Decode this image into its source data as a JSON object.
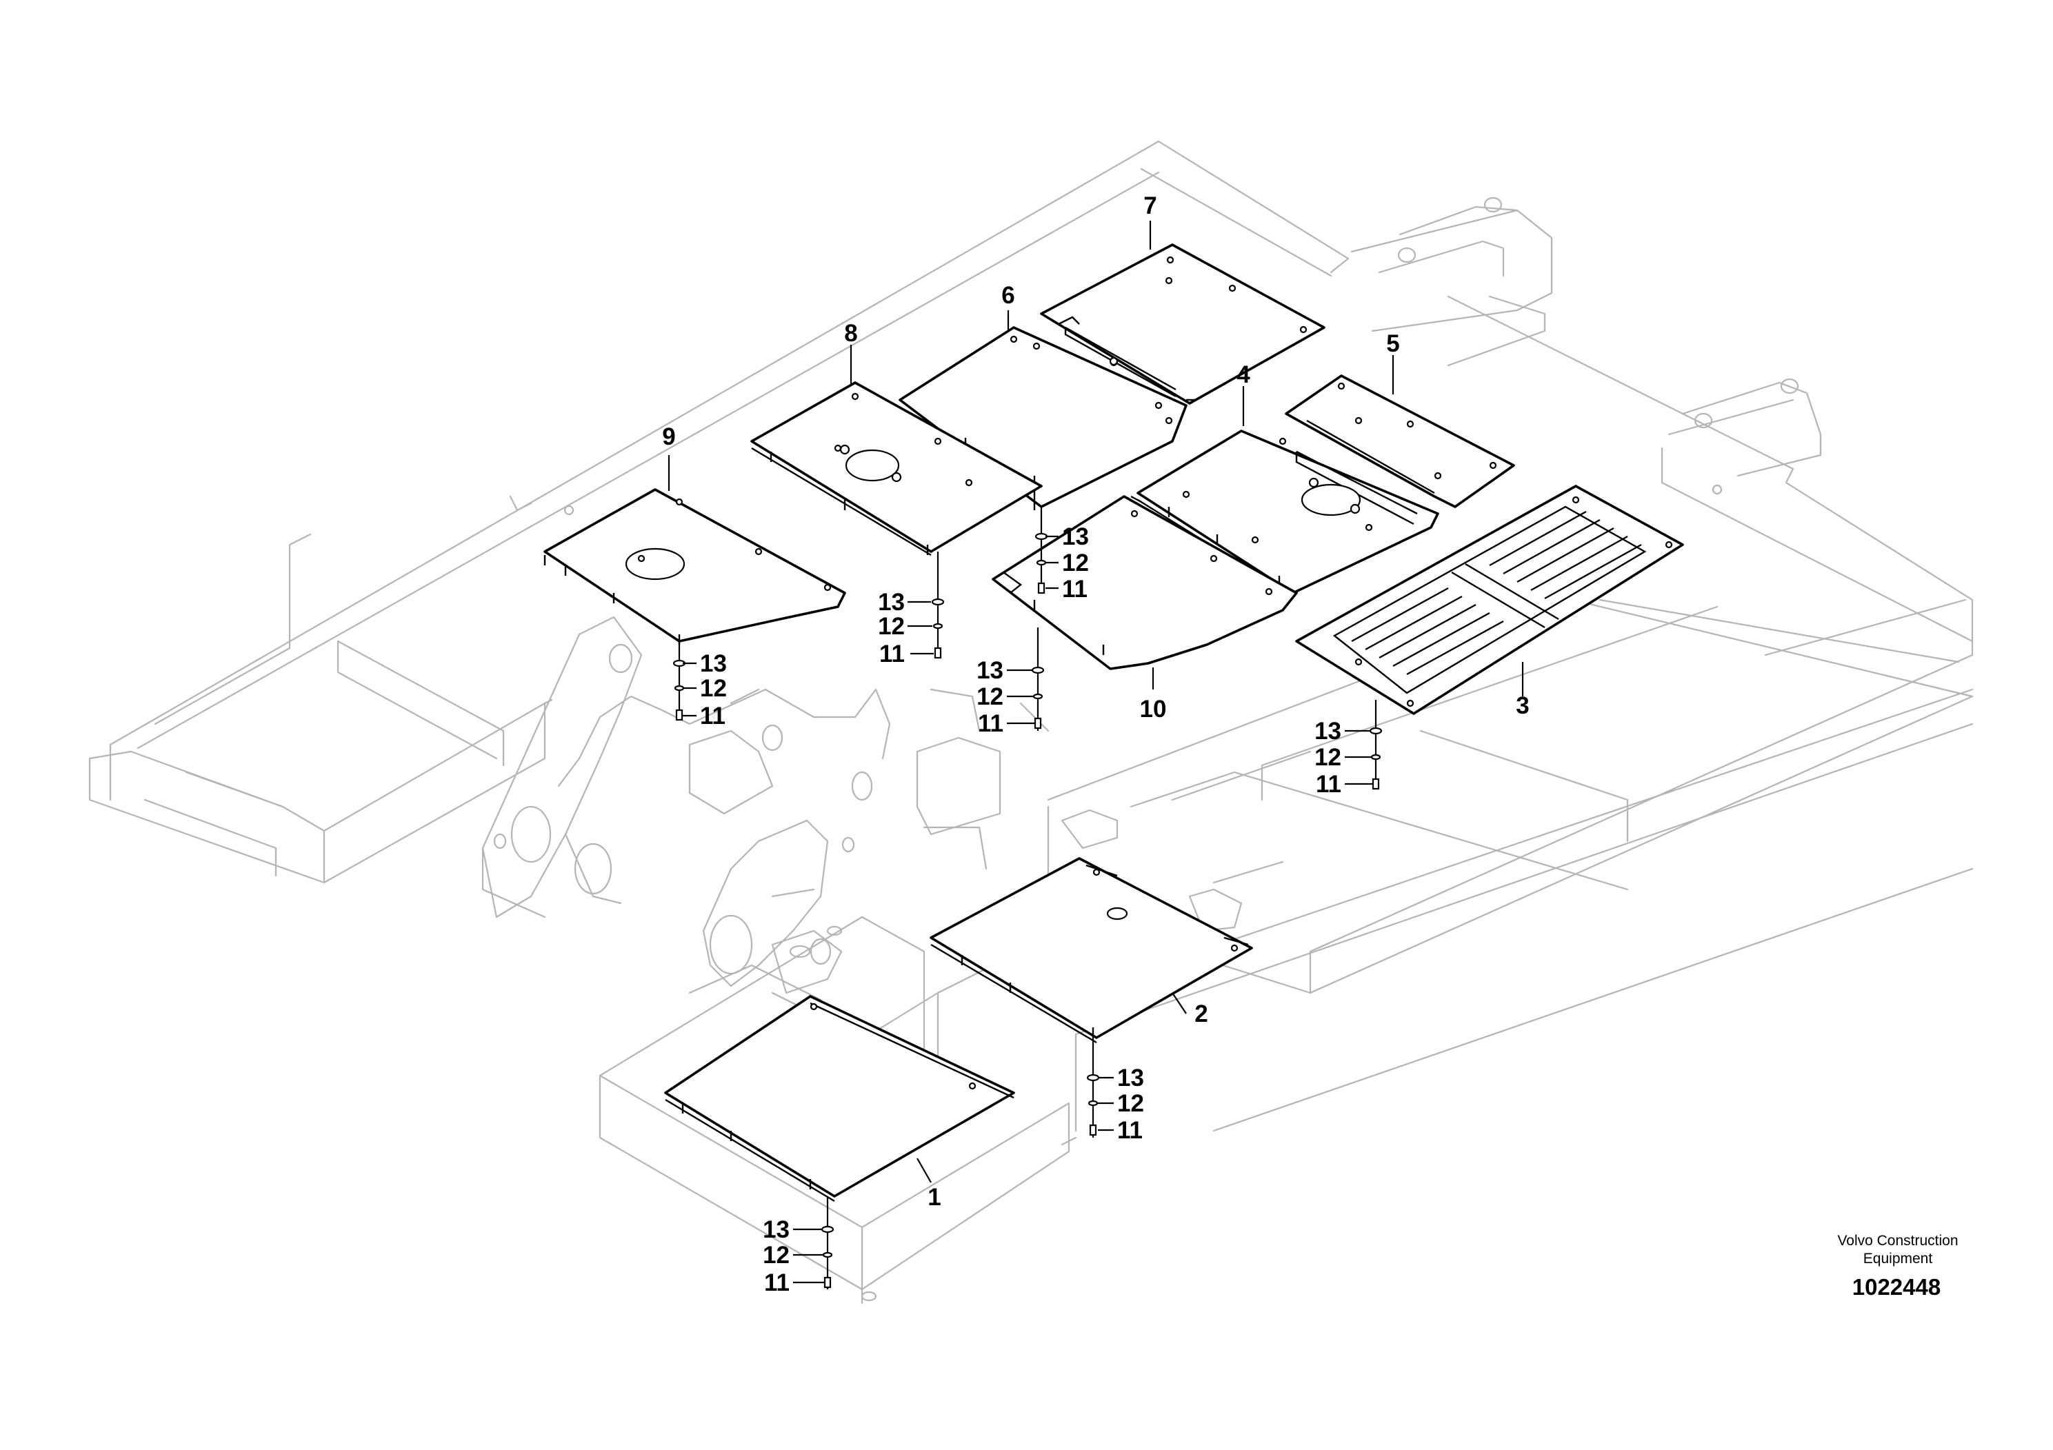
{
  "drawing": {
    "callouts": {
      "p1": "1",
      "p2": "2",
      "p3": "3",
      "p4": "4",
      "p5": "5",
      "p6": "6",
      "p7": "7",
      "p8": "8",
      "p9": "9",
      "p10": "10",
      "washer": "13",
      "lockwasher": "12",
      "screw": "11"
    },
    "footer": {
      "brand_line1": "Volvo Construction",
      "brand_line2": "Equipment",
      "doc_number": "1022448"
    }
  }
}
